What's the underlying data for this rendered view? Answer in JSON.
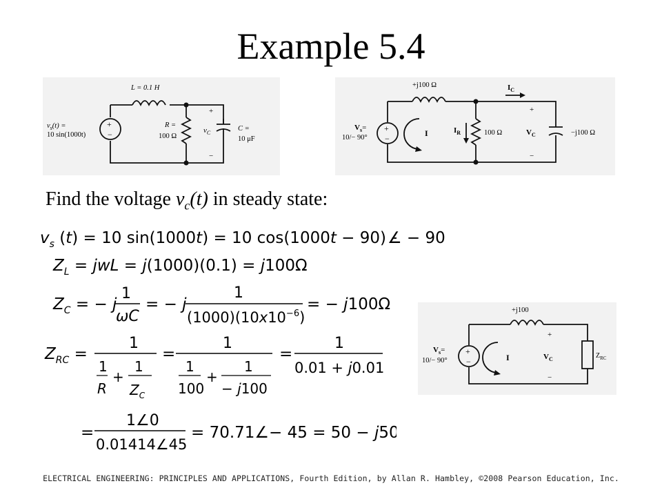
{
  "title": "Example 5.4",
  "prompt": {
    "before": "Find the voltage ",
    "var": "v",
    "sub": "c",
    "arg": "(t)",
    "after": " in steady state:"
  },
  "circuit1": {
    "source_label_1": "v",
    "source_label_sub": "s",
    "source_label_2": "(t) =",
    "source_value": "10 sin(1000t)",
    "plus": "+",
    "minus": "−",
    "inductor": "L = 0.1 H",
    "resistor_1": "R =",
    "resistor_2": "100 Ω",
    "vc": "v",
    "vc_sub": "C",
    "cap_1": "C =",
    "cap_2": "10 μF"
  },
  "circuit2": {
    "source_1": "V",
    "source_sub": "s",
    "source_2": "=",
    "source_value": "10/− 90°",
    "inductor": "+j100 Ω",
    "loop_current": "I",
    "ir": "I",
    "ir_sub": "R",
    "resistor": "100 Ω",
    "vc": "V",
    "vc_sub": "C",
    "capacitor": "−j100 Ω",
    "ic": "I",
    "ic_sub": "C",
    "plus": "+",
    "minus": "−"
  },
  "circuit3": {
    "source_1": "V",
    "source_sub": "s",
    "source_2": "=",
    "source_value": "10/− 90°",
    "inductor": "+j100",
    "loop_current": "I",
    "vc": "V",
    "vc_sub": "C",
    "load": "Z",
    "load_sub": "RC",
    "plus": "+",
    "minus": "−"
  },
  "footer": "ELECTRICAL ENGINEERING: PRINCIPLES AND APPLICATIONS, Fourth Edition, by Allan R. Hambley, ©2008 Pearson Education, Inc."
}
